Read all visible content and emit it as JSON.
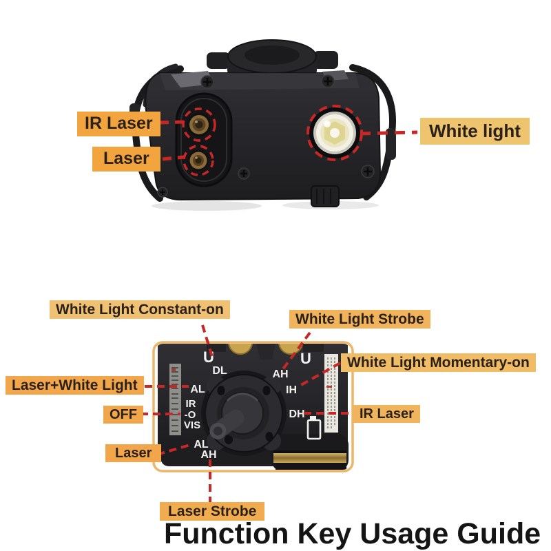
{
  "title": "Function Key Usage Guide",
  "front_view": {
    "callouts": {
      "ir_laser": "IR Laser",
      "laser": "Laser",
      "white_light": "White light"
    }
  },
  "dial_view": {
    "callouts": {
      "white_light_constant_on": "White Light Constant-on",
      "white_light_strobe": "White Light Strobe",
      "white_light_momentary_on": "White Light Momentary-on",
      "laser_plus_white_light": "Laser+White Light",
      "off": "OFF",
      "ir_laser": "IR Laser",
      "laser": "Laser",
      "laser_strobe": "Laser Strobe"
    },
    "dial_markings": {
      "u_left": "U",
      "dl": "DL",
      "al_left": "AL",
      "ir": "IR",
      "off_position": "-O",
      "vis": "VIS",
      "al_bottom": "AL",
      "ah_bottom": "AH",
      "ah_top": "AH",
      "u_right": "U",
      "ih": "IH",
      "dh": "DH"
    },
    "icons": {
      "battery": "battery-icon"
    }
  },
  "colors": {
    "label_orange": "#F2A64B",
    "label_tan": "#EFC46E",
    "arrow_red": "#C62828",
    "frame_border": "#ECB56A",
    "title_text": "#141414",
    "device_body": "#232326",
    "brass_lens": "#8A6A38",
    "white_lens": "#F3F1E6"
  }
}
